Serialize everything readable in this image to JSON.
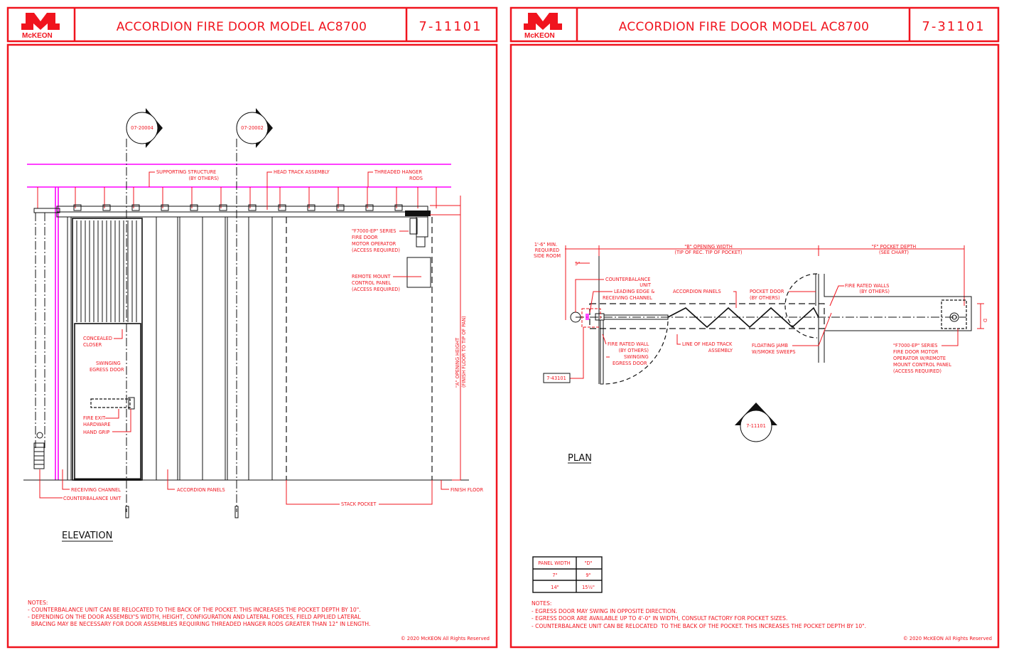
{
  "sheets": [
    {
      "logo_text": "McKEON",
      "title": "ACCORDION FIRE DOOR MODEL AC8700",
      "sheet_number": "7-11101",
      "view_label": "ELEVATION",
      "section_markers": [
        "07-20004",
        "07-20002"
      ],
      "labels": {
        "supporting_structure": [
          "SUPPORTING STRUCTURE",
          "(BY OTHERS)"
        ],
        "head_track": [
          "HEAD TRACK ASSEMBLY"
        ],
        "hanger_rods": [
          "THREADED HANGER",
          "RODS"
        ],
        "motor_operator": [
          "\"F7000-EP\" SERIES",
          "FIRE DOOR",
          "MOTOR OPERATOR",
          "(ACCESS REQUIRED)"
        ],
        "control_panel": [
          "REMOTE MOUNT",
          "CONTROL PANEL",
          "(ACCESS REQUIRED)"
        ],
        "concealed_closer": [
          "CONCEALED",
          "CLOSER"
        ],
        "swinging_door": [
          "SWINGING",
          "EGRESS DOOR"
        ],
        "fire_exit": [
          "FIRE EXIT",
          "HARDWARE"
        ],
        "hand_grip": [
          "HAND GRIP"
        ],
        "receiving_channel": [
          "RECEIVING CHANNEL"
        ],
        "counterbalance": [
          "COUNTERBALANCE UNIT"
        ],
        "accordion_panels": [
          "ACCORDION PANELS"
        ],
        "stack_pocket": [
          "STACK POCKET"
        ],
        "finish_floor": [
          "FINISH FLOOR"
        ],
        "opening_height": [
          "\"A\" OPENING HEIGHT",
          "(FINISH FLOOR TO TIP OF PAN)"
        ]
      },
      "notes_title": "NOTES:",
      "notes": [
        "- COUNTERBALANCE UNIT CAN BE RELOCATED TO THE BACK OF THE POCKET. THIS INCREASES THE POCKET DEPTH BY 10\".",
        "- DEPENDING ON THE DOOR ASSEMBLY'S WIDTH, HEIGHT, CONFIGURATION AND LATERAL FORCES, FIELD APPLIED LATERAL",
        "  BRACING MAY BE NECESSARY FOR DOOR ASSEMBLIES REQUIRING THREADED HANGER RODS GREATER THAN 12\" IN LENGTH."
      ],
      "copyright": "© 2020 McKEON All Rights Reserved"
    },
    {
      "logo_text": "McKEON",
      "title": "ACCORDION FIRE DOOR MODEL AC8700",
      "sheet_number": "7-31101",
      "view_label": "PLAN",
      "section_marker": "7-11101",
      "detail_tag": "7-43101",
      "labels": {
        "side_room": [
          "1'-6\" MIN.",
          "REQUIRED",
          "SIDE ROOM"
        ],
        "opening_width": [
          "\"B\" OPENING WIDTH",
          "(TIP OF REC. TIP OF POCKET)"
        ],
        "pocket_depth": [
          "\"F\" POCKET DEPTH",
          "(SEE CHART)"
        ],
        "five_inch": [
          "5\""
        ],
        "counterbalance": [
          "COUNTERBALANCE",
          "UNIT"
        ],
        "leading_edge": [
          "LEADING EDGE &",
          "RECEIVING CHANNEL"
        ],
        "accordion_panels": [
          "ACCORDION PANELS"
        ],
        "pocket_door": [
          "POCKET DOOR",
          "(BY OTHERS)"
        ],
        "fire_rated_walls": [
          "FIRE RATED WALLS",
          "(BY OTHERS)"
        ],
        "fire_rated_wall": [
          "FIRE RATED WALL",
          "(BY OTHERS)"
        ],
        "swinging_door": [
          "SWINGING",
          "EGRESS DOOR"
        ],
        "head_track_line": [
          "LINE OF HEAD TRACK",
          "ASSEMBLY"
        ],
        "floating_jamb": [
          "FLOATING JAMB",
          "W/SMOKE SWEEPS"
        ],
        "motor": [
          "\"F7000-EP\" SERIES",
          "FIRE DOOR MOTOR",
          "OPERATOR W/REMOTE",
          "MOUNT CONTROL PANEL",
          "(ACCESS REQUIRED)"
        ],
        "d_dim": [
          "D"
        ]
      },
      "table": {
        "headers": [
          "PANEL WIDTH",
          "\"D\""
        ],
        "rows": [
          [
            "7\"",
            "9\""
          ],
          [
            "14\"",
            "15½\""
          ]
        ]
      },
      "notes_title": "NOTES:",
      "notes": [
        "- EGRESS DOOR MAY SWING IN OPPOSITE DIRECTION.",
        "- EGRESS DOOR ARE AVAILABLE UP TO 4'-0\" IN WIDTH, CONSULT FACTORY FOR POCKET SIZES.",
        "- COUNTERBALANCE UNIT CAN BE RELOCATED  TO THE BACK OF THE POCKET. THIS INCREASES THE POCKET DEPTH BY 10\"."
      ],
      "copyright": "© 2020 McKEON All Rights Reserved"
    }
  ],
  "colors": {
    "accent": "#f0141e",
    "structure": "#ff00ff",
    "linework": "#111111"
  }
}
